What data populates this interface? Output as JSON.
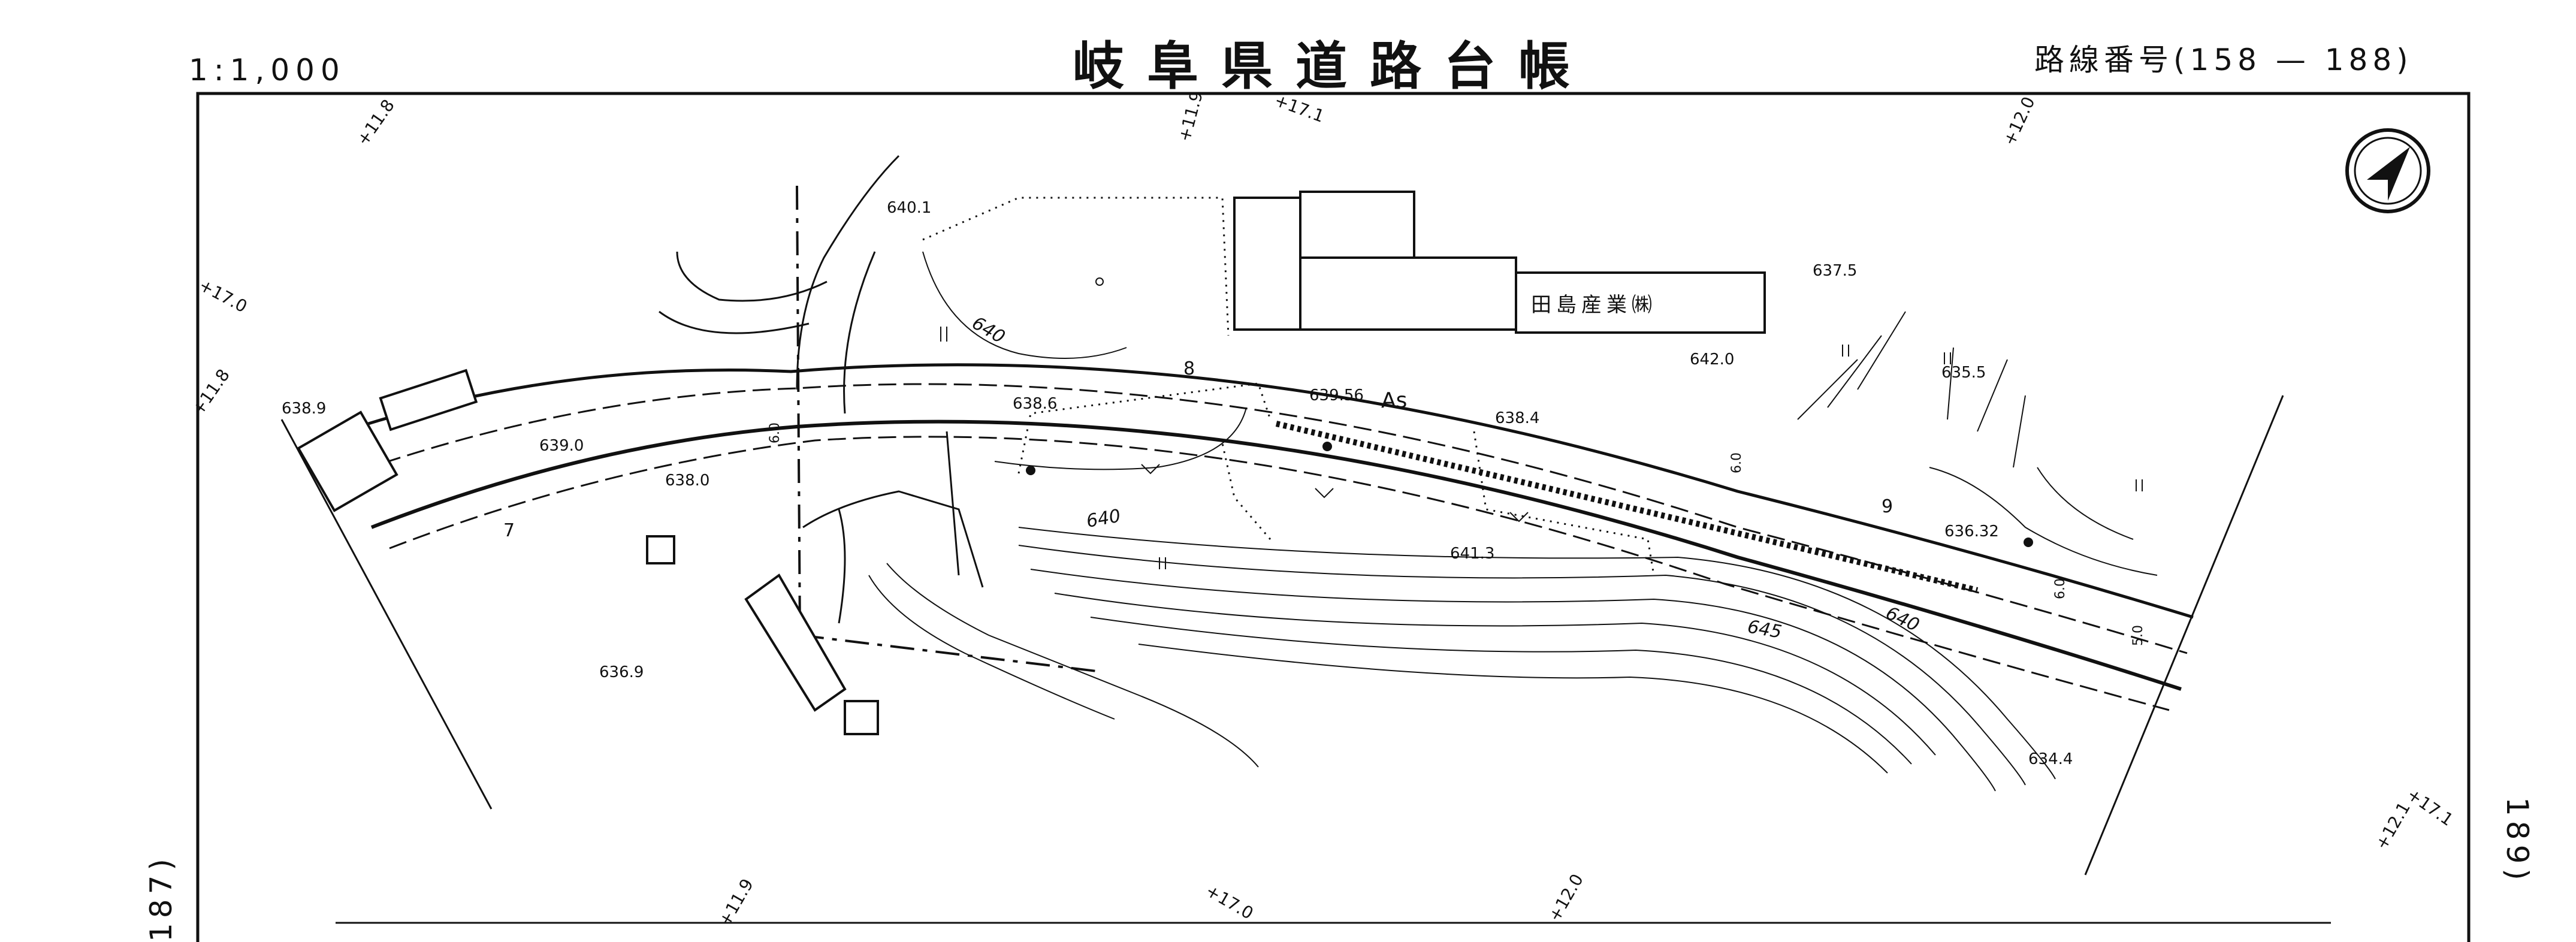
{
  "header": {
    "scale": "1:1,000",
    "title": "岐阜県道路台帳",
    "route_number": "路線番号(158 — 188)"
  },
  "side_labels": {
    "left": "187)",
    "right": "189)"
  },
  "north_arrow": {
    "icon": "north-arrow-icon"
  },
  "building_label": "田島産業㈱",
  "road_label": "As",
  "elevations": [
    "640.1",
    "637.5",
    "638.9",
    "639.0",
    "638.0",
    "638.6",
    "639.56",
    "638.4",
    "642.0",
    "635.5",
    "636.32",
    "641.3",
    "636.9",
    "634.4"
  ],
  "contour_labels": [
    "640",
    "640",
    "645",
    "640"
  ],
  "road_widths": [
    "8",
    "7",
    "9",
    "6.0",
    "6.0",
    "6.0",
    "5.0"
  ],
  "station_marks": [
    "+11.8",
    "+11.9",
    "+17.1",
    "+12.0",
    "+17.0",
    "+11.8",
    "+11.9",
    "+17.0",
    "+12.0",
    "+17.1",
    "+12.1"
  ],
  "map_symbols": {
    "paddy": "paddy-symbol",
    "field": "field-symbol",
    "orchard": "orchard-symbol"
  },
  "colors": {
    "ink": "#111111",
    "paper": "#ffffff"
  }
}
